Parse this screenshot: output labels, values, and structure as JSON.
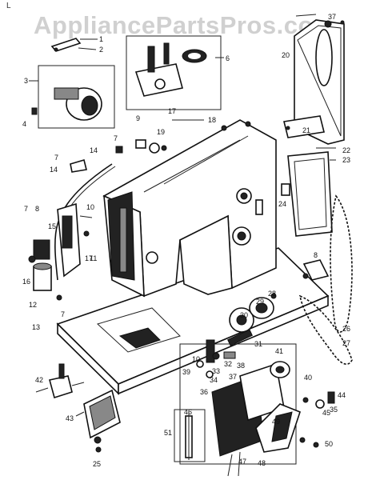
{
  "watermark": "AppliancePartsPros.com",
  "corner_mark": "L",
  "part_labels": {
    "p1": "1",
    "p2": "2",
    "p3": "3",
    "p4": "4",
    "p6": "6",
    "p7a": "7",
    "p7b": "7",
    "p7c": "7",
    "p7d": "7",
    "p8a": "8",
    "p8b": "8",
    "p9": "9",
    "p10a": "10",
    "p10b": "10",
    "p11": "11",
    "p12": "12",
    "p13": "13",
    "p14a": "14",
    "p14b": "14",
    "p15": "15",
    "p16": "16",
    "p17a": "17",
    "p17b": "17",
    "p18": "18",
    "p19": "19",
    "p20": "20",
    "p21": "21",
    "p22": "22",
    "p23": "23",
    "p24": "24",
    "p25": "25",
    "p26": "26",
    "p27": "27",
    "p28": "28",
    "p29": "29",
    "p30": "30",
    "p31": "31",
    "p32": "32",
    "p33": "33",
    "p34": "34",
    "p35": "35",
    "p36": "36",
    "p37a": "37",
    "p37b": "37",
    "p38": "38",
    "p39": "39",
    "p40": "40",
    "p41": "41",
    "p42": "42",
    "p43": "43",
    "p44": "44",
    "p45": "45",
    "p46": "46",
    "p47": "47",
    "p48": "48",
    "p49": "49",
    "p50": "50",
    "p51": "51"
  },
  "colors": {
    "line": "#111111",
    "watermark": "#d0d0d0",
    "background": "#ffffff"
  }
}
